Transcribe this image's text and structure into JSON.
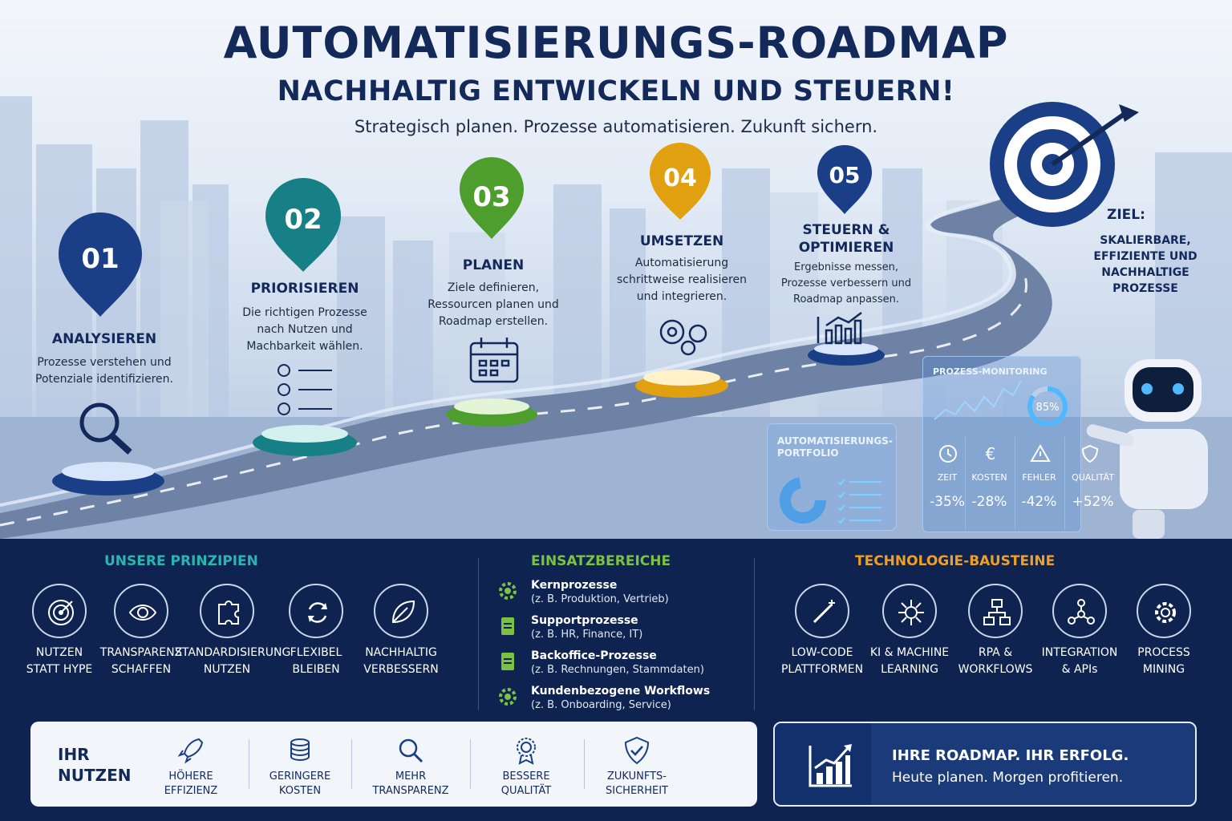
{
  "header": {
    "title": "AUTOMATISIERUNGS-ROADMAP",
    "subtitle": "NACHHALTIG ENTWICKELN UND STEUERN!",
    "tagline": "Strategisch planen. Prozesse automatisieren. Zukunft sichern."
  },
  "steps": [
    {
      "number": "01",
      "title": "ANALYSIEREN",
      "description": [
        "Prozesse verstehen und",
        "Potenziale identifizieren."
      ],
      "color": "#1b3f86",
      "icon": "magnifier-icon"
    },
    {
      "number": "02",
      "title": "PRIORISIEREN",
      "description": [
        "Die richtigen Prozesse",
        "nach Nutzen und",
        "Machbarkeit wählen."
      ],
      "color": "#177f86",
      "icon": "checklist-icon"
    },
    {
      "number": "03",
      "title": "PLANEN",
      "description": [
        "Ziele definieren,",
        "Ressourcen planen und",
        "Roadmap erstellen."
      ],
      "color": "#4e9e2e",
      "icon": "calendar-icon"
    },
    {
      "number": "04",
      "title": "UMSETZEN",
      "description": [
        "Automatisierung",
        "schrittweise realisieren",
        "und integrieren."
      ],
      "color": "#e0a010",
      "icon": "gears-icon"
    },
    {
      "number": "05",
      "title": "STEUERN & OPTIMIEREN",
      "title_lines": [
        "STEUERN &",
        "OPTIMIEREN"
      ],
      "description": [
        "Ergebnisse messen,",
        "Prozesse verbessern und",
        "Roadmap anpassen."
      ],
      "color": "#1b3f86",
      "icon": "bar-chart-icon"
    }
  ],
  "goal": {
    "label": "ZIEL:",
    "description": [
      "SKALIERBARE,",
      "EFFIZIENTE UND",
      "NACHHALTIGE",
      "PROZESSE"
    ]
  },
  "portfolio_panel": {
    "title": "AUTOMATISIERUNGS-PORTFOLIO",
    "title_lines": [
      "AUTOMATISIERUNGS-",
      "PORTFOLIO"
    ]
  },
  "monitoring_panel": {
    "title": "PROZESS-MONITORING",
    "gauge_value": "85%",
    "gauge_fraction": 0.85,
    "kpis": [
      {
        "label": "ZEIT",
        "value": "-35%",
        "icon": "clock-icon"
      },
      {
        "label": "KOSTEN",
        "value": "-28%",
        "icon": "euro-icon"
      },
      {
        "label": "FEHLER",
        "value": "-42%",
        "icon": "warning-icon"
      },
      {
        "label": "QUALITÄT",
        "value": "+52%",
        "icon": "quality-shield-icon"
      }
    ]
  },
  "principles": {
    "title": "UNSERE PRINZIPIEN",
    "color": "#29b6b0",
    "items": [
      {
        "lines": [
          "NUTZEN",
          "STATT HYPE"
        ],
        "icon": "target-icon"
      },
      {
        "lines": [
          "TRANSPARENZ",
          "SCHAFFEN"
        ],
        "icon": "eye-icon"
      },
      {
        "lines": [
          "STANDARDISIERUNG",
          "NUTZEN"
        ],
        "icon": "puzzle-icon"
      },
      {
        "lines": [
          "FLEXIBEL",
          "BLEIBEN"
        ],
        "icon": "refresh-icon"
      },
      {
        "lines": [
          "NACHHALTIG",
          "VERBESSERN"
        ],
        "icon": "leaf-icon"
      }
    ]
  },
  "einsatz": {
    "title": "EINSATZBEREICHE",
    "color": "#7cc242",
    "items": [
      {
        "title": "Kernprozesse",
        "subtitle": "(z. B. Produktion, Vertrieb)",
        "icon": "gear-icon"
      },
      {
        "title": "Supportprozesse",
        "subtitle": "(z. B. HR, Finance, IT)",
        "icon": "document-icon"
      },
      {
        "title": "Backoffice-Prozesse",
        "subtitle": "(z. B. Rechnungen, Stammdaten)",
        "icon": "document-icon"
      },
      {
        "title": "Kundenbezogene Workflows",
        "subtitle": "(z. B. Onboarding, Service)",
        "icon": "gear-icon"
      }
    ]
  },
  "technology": {
    "title": "TECHNOLOGIE-BAUSTEINE",
    "color": "#f0a020",
    "items": [
      {
        "lines": [
          "LOW-CODE",
          "PLATTFORMEN"
        ],
        "icon": "wand-icon"
      },
      {
        "lines": [
          "KI & MACHINE",
          "LEARNING"
        ],
        "icon": "ai-network-icon"
      },
      {
        "lines": [
          "RPA &",
          "WORKFLOWS"
        ],
        "icon": "workflow-icon"
      },
      {
        "lines": [
          "INTEGRATION",
          "& APIs"
        ],
        "icon": "integration-icon"
      },
      {
        "lines": [
          "PROCESS",
          "MINING"
        ],
        "icon": "mining-gear-icon"
      }
    ]
  },
  "benefits": {
    "heading_lines": [
      "IHR",
      "NUTZEN"
    ],
    "items": [
      {
        "lines": [
          "HÖHERE",
          "EFFIZIENZ"
        ],
        "icon": "rocket-icon"
      },
      {
        "lines": [
          "GERINGERE",
          "KOSTEN"
        ],
        "icon": "coins-icon"
      },
      {
        "lines": [
          "MEHR",
          "TRANSPARENZ"
        ],
        "icon": "magnifier-icon"
      },
      {
        "lines": [
          "BESSERE",
          "QUALITÄT"
        ],
        "icon": "medal-icon"
      },
      {
        "lines": [
          "ZUKUNFTS-",
          "SICHERHEIT"
        ],
        "icon": "shield-check-icon"
      }
    ]
  },
  "success": {
    "headline": "IHRE ROADMAP. IHR ERFOLG.",
    "text": "Heute planen. Morgen profitieren.",
    "icon": "growth-chart-icon"
  }
}
